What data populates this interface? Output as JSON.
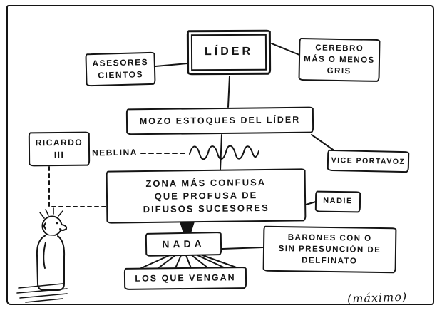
{
  "colors": {
    "ink": "#141414",
    "paper": "#ffffff"
  },
  "diagram": {
    "lider": "LÍDER",
    "asesores": [
      "ASESORES",
      "CIENTOS"
    ],
    "cerebro": [
      "CEREBRO",
      "MÁS O MENOS",
      "GRIS"
    ],
    "mozo": "MOZO ESTOQUES DEL LÍDER",
    "ricardo": [
      "RICARDO",
      "III"
    ],
    "neblina": "NEBLINA",
    "vice": "VICE PORTAVOZ",
    "zona": [
      "ZONA MÁS CONFUSA",
      "QUE PROFUSA DE",
      "DIFUSOS SUCESORES"
    ],
    "nadie": "NADIE",
    "nada": "NADA",
    "barones": [
      "BARONES CON O",
      "SIN PRESUNCIÓN DE",
      "DELFINATO"
    ],
    "los_que_vengan": "LOS QUE VENGAN",
    "signature": "(máximo)"
  }
}
